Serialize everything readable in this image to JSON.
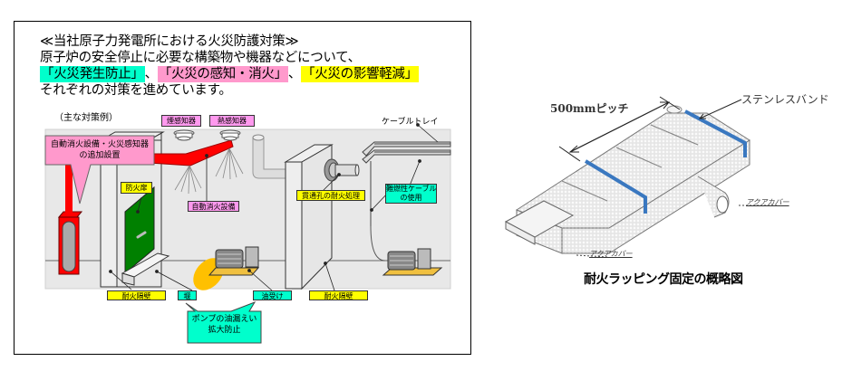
{
  "left_panel": {
    "title": "≪当社原子力発電所における火災防護対策≫",
    "line2": "原子炉の安全停止に必要な構築物や機器などについて、",
    "measures": [
      {
        "text": "「火災発生防止」",
        "color": "#00ffcc"
      },
      {
        "text": "「火災の感知・消火」",
        "color": "#ff99cc"
      },
      {
        "text": "「火災の影響軽減」",
        "color": "#ffff00"
      }
    ],
    "separator": "、",
    "line4": "それぞれの対策を進めています。",
    "subheading": "（主な対策例）",
    "labels": {
      "smoke_detector": "煙感知器",
      "heat_detector": "熱感知器",
      "auto_extinguish_callout": "自動消火設備・火災感知器の追加設置",
      "auto_extinguish_callout_l1": "自動消火設備・火災感知器",
      "auto_extinguish_callout_l2": "の追加設置",
      "fire_door": "防火扉",
      "auto_extinguisher": "自動消火設備",
      "penetration_seal": "貫通孔の耐火処理",
      "cable_tray": "ケーブルトレイ",
      "flame_retardant_cable_l1": "難燃性ケーブル",
      "flame_retardant_cable_l2": "の使用",
      "fire_barrier_left": "耐火隔壁",
      "curb": "堰",
      "oil_pan": "油受け",
      "fire_barrier_right": "耐火隔壁",
      "pump_callout_l1": "ポンプの油漏えい",
      "pump_callout_l2": "拡大防止"
    },
    "colors": {
      "pipe_red": "#ff0000",
      "door_green": "#008000",
      "oil_orange": "#ffc000",
      "diagram_bg": "#e8e8e8"
    }
  },
  "right_panel": {
    "pitch_label": "500mmピッチ",
    "band_label": "ステンレスバンド",
    "aqua_cover_right": "アクアカバー",
    "aqua_cover_bottom": "アクアカバー",
    "caption": "耐火ラッピング固定の概略図",
    "band_color": "#3a78c0"
  }
}
